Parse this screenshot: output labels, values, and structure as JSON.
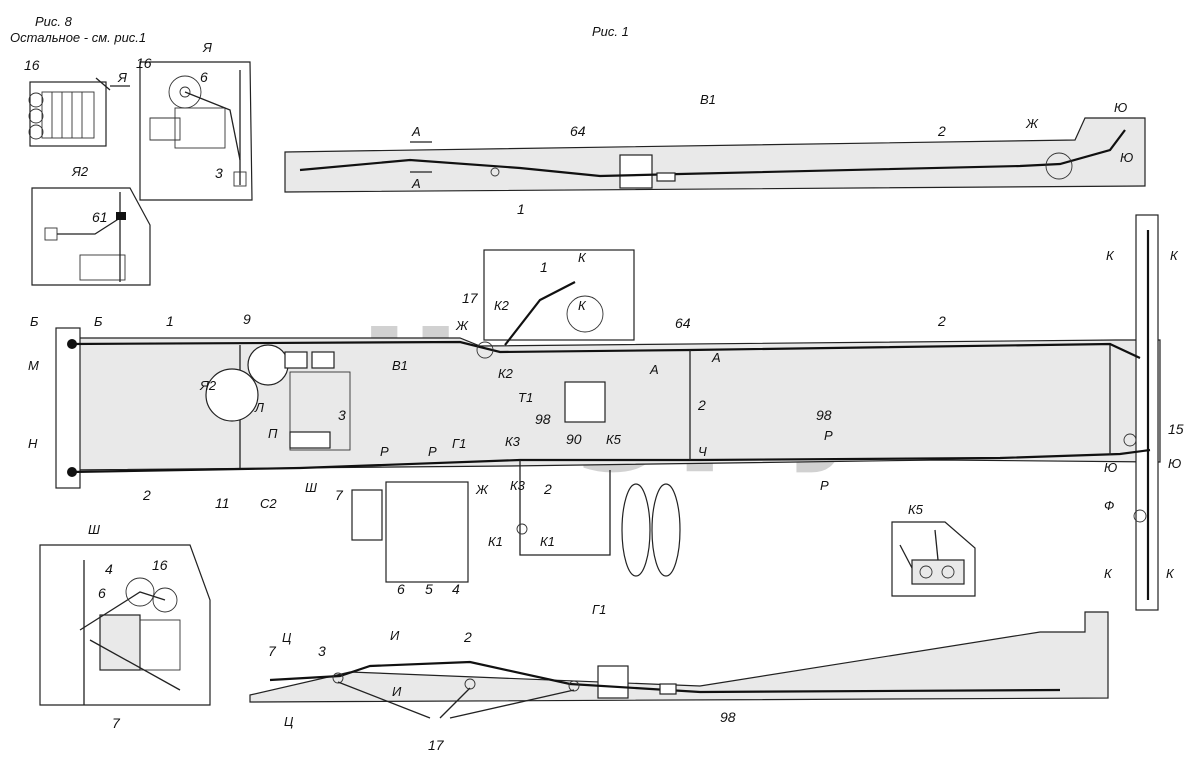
{
  "figure": {
    "fig8_title": "Рис. 8",
    "fig8_note": "Остальное - см. рис.1",
    "fig1_title": "Рис. 1",
    "watermark": "azlk.gpy"
  },
  "views": {
    "ya": "Я",
    "ya2": "Я2",
    "v1": "В1",
    "g1": "Г1",
    "sh": "Ш",
    "k5": "К5"
  },
  "sections": {
    "a": "А",
    "b": "Б",
    "zh": "Ж",
    "yu": "Ю",
    "k": "К",
    "k1": "К1",
    "k2": "К2",
    "k3": "К3",
    "k5": "К5",
    "l": "Л",
    "p": "П",
    "r": "Р",
    "t1": "Т1",
    "ch": "Ч",
    "f": "Ф",
    "ts": "Ц",
    "i": "И",
    "sh": "Ш",
    "s2": "С2",
    "m": "М",
    "n": "Н",
    "ya": "Я"
  },
  "callouts": {
    "n1": "1",
    "n2": "2",
    "n3": "3",
    "n4": "4",
    "n5": "5",
    "n6": "6",
    "n7": "7",
    "n9": "9",
    "n11": "11",
    "n15": "15",
    "n16": "16",
    "n17": "17",
    "n61": "61",
    "n64": "64",
    "n90": "90",
    "n98": "98"
  }
}
